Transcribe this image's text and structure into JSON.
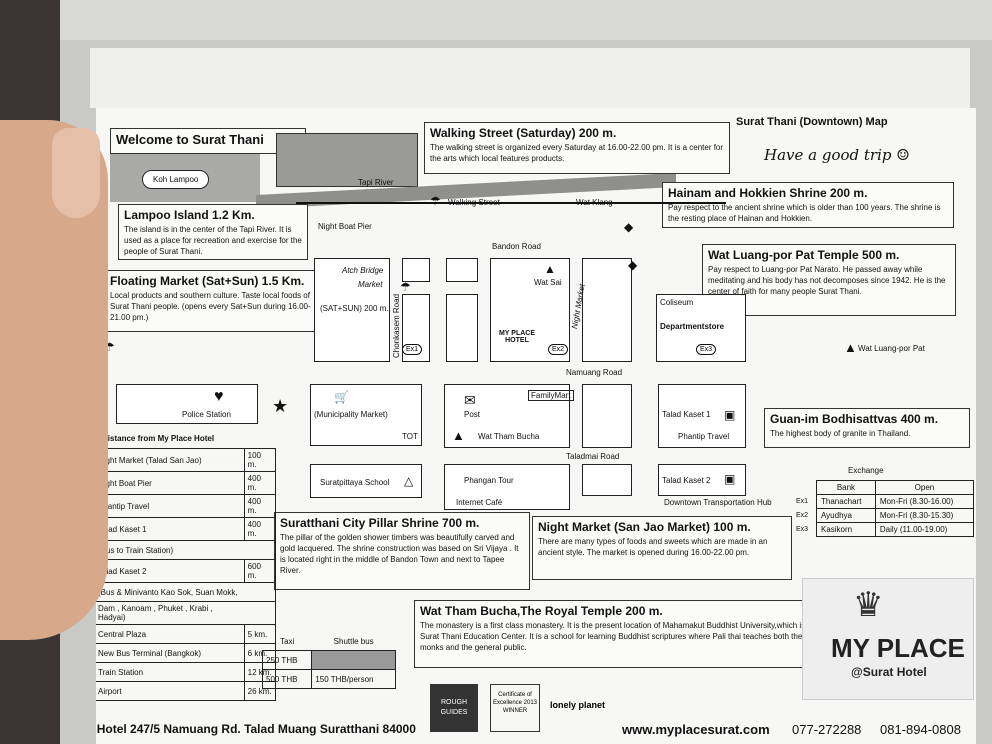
{
  "title": "Welcome to Surat Thani",
  "map_title": "Surat Thani (Downtown) Map",
  "handwritten": "Have a good trip ☺",
  "island_label": "Koh Lampoo",
  "river_label": "Tapi River",
  "boxes": {
    "lampoo": {
      "title": "Lampoo Island 1.2 Km.",
      "text": "The island is in the center of the Tapi River. It is used as a place for recreation and exercise for the people of Surat Thani."
    },
    "floating": {
      "title": "Floating Market (Sat+Sun) 1.5 Km.",
      "text": "Local products and southern culture. Taste local foods of Surat Thani people. (opens every Sat+Sun during 16.00-21.00 pm.)"
    },
    "walking": {
      "title": "Walking Street (Saturday) 200 m.",
      "text": "The walking street is organized every Saturday at 16.00-22.00 pm. It is a center for the arts which local features products."
    },
    "hainam": {
      "title": "Hainam and Hokkien Shrine 200 m.",
      "text": "Pay respect to the ancient shrine which is older than 100 years. The shrine is the resting place of Hainan and Hokkien."
    },
    "watluang": {
      "title": "Wat Luang-por Pat Temple 500 m.",
      "text": "Pay respect to Luang-por Pat Narato. He passed away while meditating and his body has not decomposes since 1942. He is the center of faith for many people Surat Thani."
    },
    "guanim": {
      "title": "Guan-im Bodhisattvas 400 m.",
      "text": "The highest body of granite in Thailand."
    },
    "pillar": {
      "title": "Suratthani City Pillar Shrine 700 m.",
      "text": "The pillar of the golden shower timbers was beautifully carved and gold lacquered. The shrine construction was based on Sri Vijaya . It is located right in the middle of Bandon Town and next to Tapee River."
    },
    "nightmarket": {
      "title": "Night Market (San Jao Market) 100 m.",
      "text": "There are many types of foods and sweets which are made in an ancient style. The market is opened during 16.00-22.00 pm."
    },
    "watthambucha": {
      "title": "Wat Tham Bucha,The Royal Temple 200 m.",
      "text": "The monastery is a first class monastery. It is the present location of Mahamakut Buddhist University,which is the Surat Thani Education Center. It is a school for learning Buddhist scriptures where Pali thai teaches both the monks and the general public."
    }
  },
  "map_labels": {
    "night_boat_pier": "Night Boat Pier",
    "walking_street": "Walking Street",
    "wat_klang": "Wat Klang",
    "bandon_road": "Bandon Road",
    "atch_bridge": "Atch Bridge",
    "market": "Market",
    "satsun": "(SAT+SUN) 200 m.",
    "chonkasem": "Chonkasem Road",
    "wat_sai": "Wat Sai",
    "night_market_v": "Night Market",
    "coliseum": "Coliseum",
    "dept_store": "Departmentstore",
    "wat_luangpor": "Wat Luang-por Pat",
    "namuang": "Namuang Road",
    "police": "Police Station",
    "municipality": "(Municipality Market)",
    "post": "Post",
    "familymart": "FamilyMart",
    "talad_kaset1": "Talad Kaset 1",
    "phantip": "Phantip Travel",
    "tot": "TOT",
    "wat_tham_bucha": "Wat Tham Bucha",
    "taladmai": "Taladmai Road",
    "school": "Suratpittaya School",
    "phangan": "Phangan Tour",
    "internet": "Internet Café",
    "talad_kaset2": "Talad Kaset 2",
    "downtown_hub": "Downtown Transportation Hub",
    "myplace_hotel": "MY PLACE HOTEL",
    "ex1": "Ex1",
    "ex2": "Ex2",
    "ex3": "Ex3"
  },
  "distance": {
    "heading": "Distance from My Place Hotel",
    "rows": [
      [
        "Night Market (Talad San Jao)",
        "100 m."
      ],
      [
        "Night Boat Pier",
        "400 m."
      ],
      [
        "Phantip Travel",
        "400 m."
      ],
      [
        "Talad Kaset 1",
        "400 m."
      ],
      [
        "(Bus to Train Station)",
        ""
      ],
      [
        "Talad Kaset 2",
        "600 m."
      ],
      [
        "(Bus & Minivanto Kao Sok, Suan Mokk,",
        ""
      ],
      [
        "Dam , Kanoam , Phuket , Krabi , Hadyai)",
        ""
      ],
      [
        "Central Plaza",
        "5 km."
      ],
      [
        "New Bus Terminal (Bangkok)",
        "6 km."
      ],
      [
        "Train Station",
        "12 km."
      ],
      [
        "Airport",
        "26 km."
      ]
    ],
    "taxi_header": "Taxi",
    "shuttle_header": "Shuttle bus",
    "taxi_train": "250 THB",
    "taxi_airport": "500 THB",
    "shuttle_airport": "150 THB/person"
  },
  "exchange": {
    "heading": "Exchange",
    "col_bank": "Bank",
    "col_open": "Open",
    "rows": [
      [
        "Ex1",
        "Thanachart",
        "Mon-Fri (8.30-16.00)"
      ],
      [
        "Ex2",
        "Ayudhya",
        "Mon-Fri (8.30-15.30)"
      ],
      [
        "Ex3",
        "Kasikorn",
        "Daily (11.00-19.00)"
      ]
    ]
  },
  "logo": {
    "main": "MY PLACE",
    "sub": "@Surat Hotel"
  },
  "badges": [
    "ROUGH GUIDES",
    "Certificate of Excellence 2013 WINNER",
    "lonely planet"
  ],
  "footer": {
    "address": "My Place Hotel 247/5 Namuang Rd. Talad Muang Suratthani 84000",
    "website": "www.myplacesurat.com",
    "phone1": "077-272288",
    "phone2": "081-894-0808"
  }
}
